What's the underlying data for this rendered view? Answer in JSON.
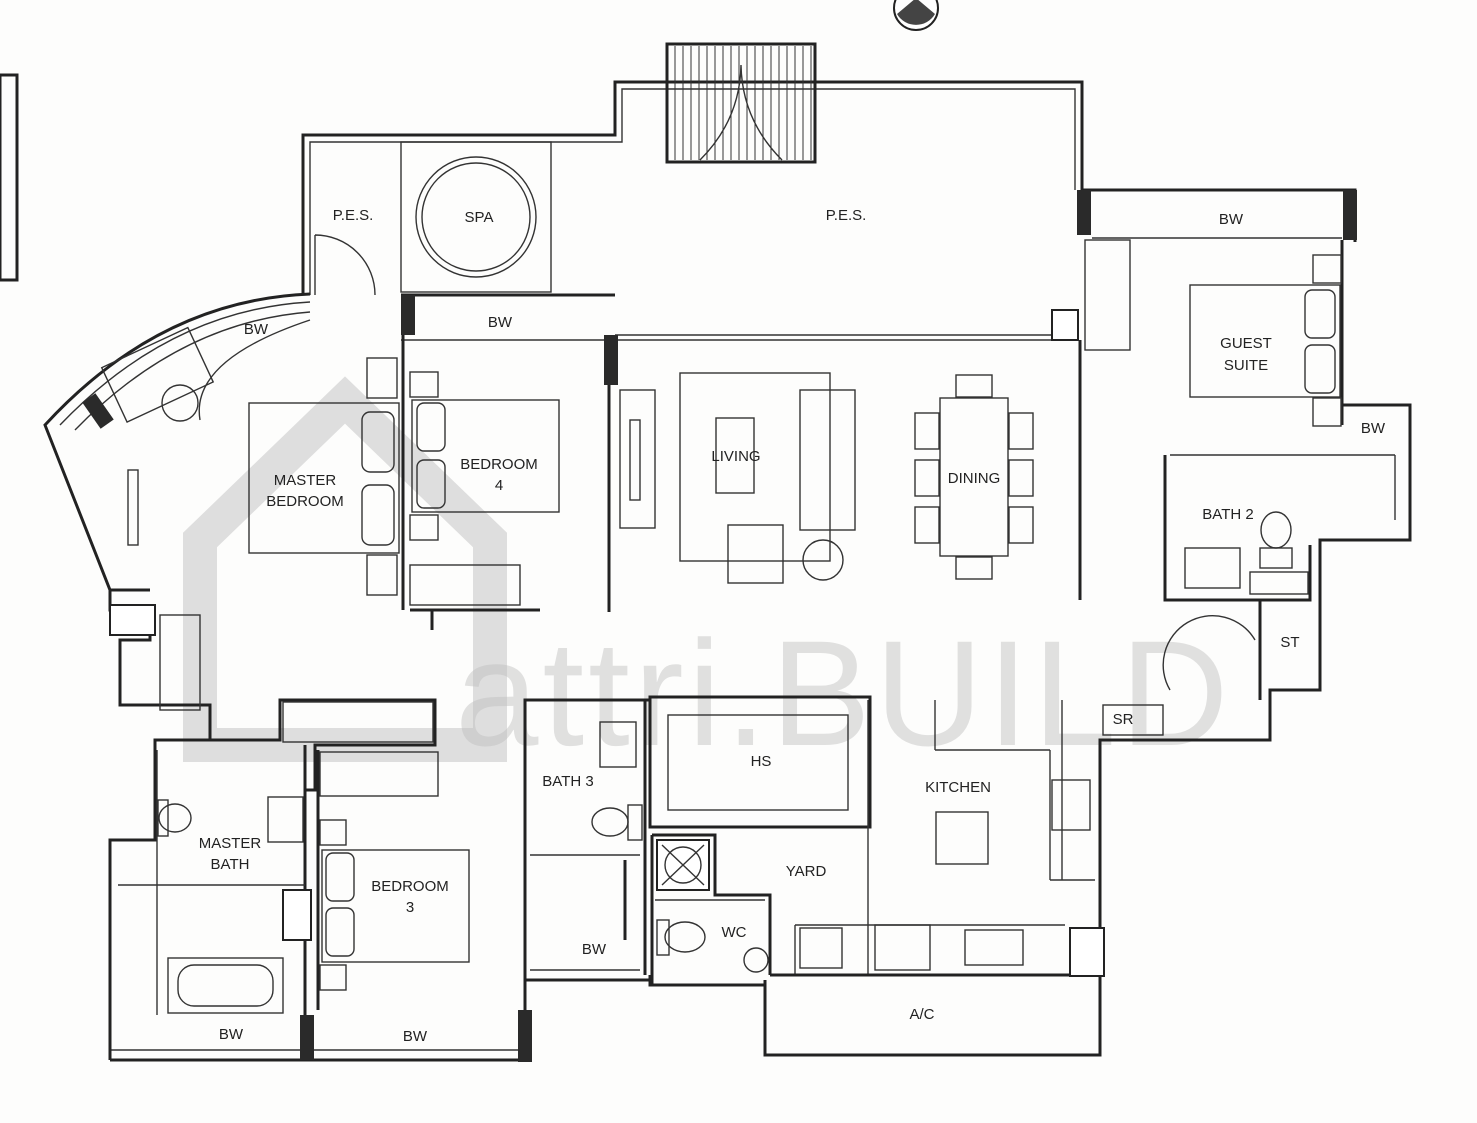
{
  "watermark": "attri.BUILD",
  "rooms": {
    "pes_left": "P.E.S.",
    "spa": "SPA",
    "pes_main": "P.E.S.",
    "bw_guest_top": "BW",
    "bw_curved": "BW",
    "bw_bedroom4": "BW",
    "guest_suite_1": "GUEST",
    "guest_suite_2": "SUITE",
    "bw_guest_side": "BW",
    "master_bedroom_1": "MASTER",
    "master_bedroom_2": "BEDROOM",
    "bedroom4_1": "BEDROOM",
    "bedroom4_2": "4",
    "living": "LIVING",
    "dining": "DINING",
    "bath2": "BATH 2",
    "st": "ST",
    "sr": "SR",
    "hs": "HS",
    "kitchen": "KITCHEN",
    "bath3": "BATH 3",
    "yard": "YARD",
    "wc": "WC",
    "master_bath_1": "MASTER",
    "master_bath_2": "BATH",
    "bedroom3_1": "BEDROOM",
    "bedroom3_2": "3",
    "bw_bath3": "BW",
    "ac": "A/C",
    "bw_masterbath": "BW",
    "bw_bedroom3": "BW"
  }
}
